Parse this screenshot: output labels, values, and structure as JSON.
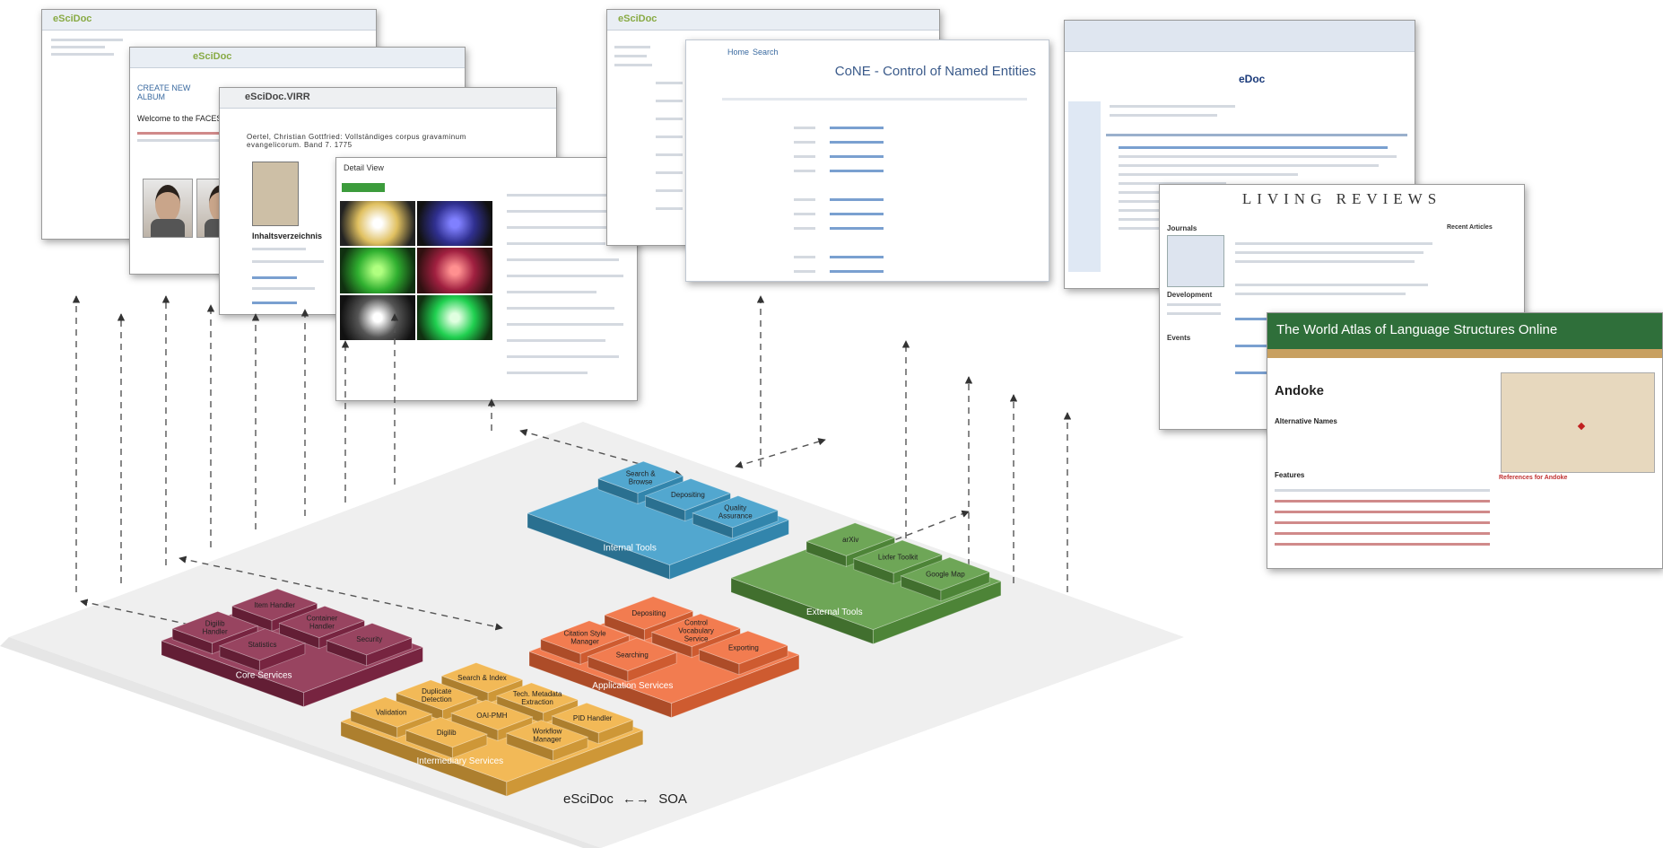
{
  "screens": {
    "escidoc_name": "eSciDoc",
    "faces_welcome": "Welcome to the FACES Collection",
    "faces_create": "CREATE NEW ALBUM",
    "viro_title": "eSciDoc.VIRR",
    "viro_book": "Oertel, Christian Gottfried: Vollständiges corpus gravaminum evangelicorum. Band 7. 1775",
    "viro_contents": "Inhaltsverzeichnis",
    "detail_view": "Detail View",
    "cone_title": "CoNE - Control of Named Entities",
    "cone_nav_home": "Home",
    "cone_nav_search": "Search",
    "edoc_title": "eDoc",
    "living_reviews": "LIVING REVIEWS",
    "living_journals": "Journals",
    "living_development": "Development",
    "living_events": "Events",
    "living_recent": "Recent Articles",
    "wals_title": "The World Atlas of Language Structures Online",
    "wals_language": "Andoke",
    "wals_alt_names": "Alternative Names",
    "wals_features": "Features",
    "wals_refs": "References for Andoke"
  },
  "platforms": {
    "internal": {
      "label": "Internal Tools",
      "blocks": [
        "Search & Browse",
        "Depositing",
        "Quality Assurance"
      ]
    },
    "external": {
      "label": "External Tools",
      "blocks": [
        "arXiv",
        "Lixfer Toolkit",
        "Google Map"
      ]
    },
    "core": {
      "label": "Core Services",
      "blocks": [
        "Item Handler",
        "Container Handler",
        "Security",
        "Digilib Handler",
        "Statistics"
      ]
    },
    "application": {
      "label": "Application Services",
      "blocks": [
        "Depositing",
        "Control Vocabulary Service",
        "Exporting",
        "Citation Style Manager",
        "Searching"
      ]
    },
    "intermediary": {
      "label": "Intermediary Services",
      "blocks": [
        "Search & Index",
        "Tech. Metadata Extraction",
        "PID Handler",
        "Duplicate Detection",
        "OAI-PMH",
        "Workflow Manager",
        "Validation",
        "Digilib"
      ]
    }
  },
  "caption": {
    "left": "eSciDoc",
    "right": "SOA"
  },
  "colors": {
    "core": "#8a2a4a",
    "intermediary": "#f0b040",
    "application": "#f06a38",
    "internal": "#3a9bc8",
    "external": "#5a9a40",
    "base": "#f0f0f0"
  }
}
